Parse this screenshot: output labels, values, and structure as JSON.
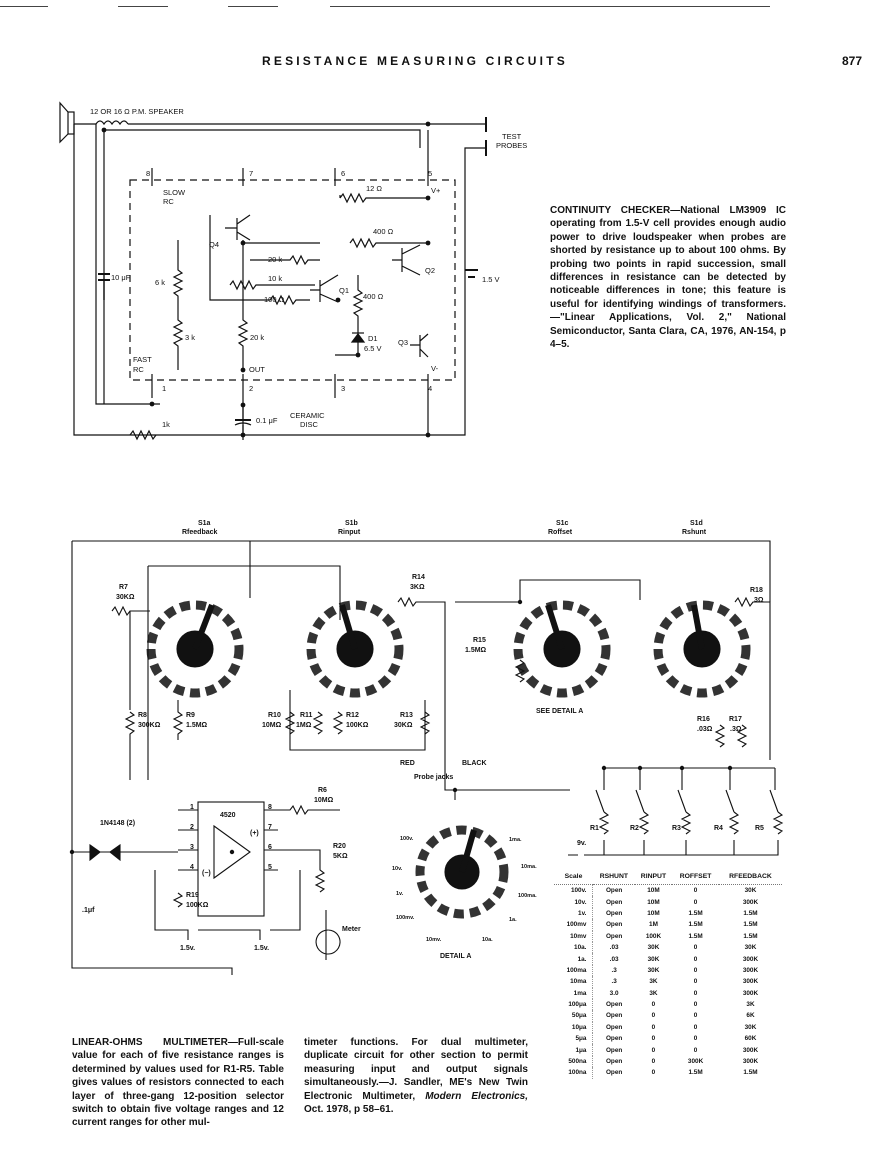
{
  "header": {
    "title": "RESISTANCE MEASURING CIRCUITS",
    "page_number": "877"
  },
  "continuity": {
    "caption_bold": "CONTINUITY CHECKER",
    "caption_rest": "—National LM3909 IC operating from 1.5-V cell provides enough audio power to drive loudspeaker when probes are shorted by resistance up to about 100 ohms. By probing two points in rapid succession, small differences in resistance can be detected by noticeable differences in tone; this feature is useful for identifying windings of transformers.—\"Linear Applications, Vol. 2,\" National Semiconductor, Santa Clara, CA, 1976, AN-154, p 4–5.",
    "labels": {
      "speaker": "12 OR 16 Ω P.M. SPEAKER",
      "test_probes_1": "TEST",
      "test_probes_2": "PROBES",
      "slow_rc_1": "SLOW",
      "slow_rc_2": "RC",
      "fast_rc_1": "FAST",
      "fast_rc_2": "RC",
      "cap_10uf": "10 μF",
      "r_6k": "6 k",
      "r_3k": "3 k",
      "r_20k_a": "20 k",
      "r_20k_b": "20 k",
      "r_10k": "10 k",
      "r_100": "100 Ω",
      "r_12": "12 Ω",
      "r_400_a": "400 Ω",
      "r_400_b": "400 Ω",
      "q1": "Q1",
      "q2": "Q2",
      "q3": "Q3",
      "q4": "Q4",
      "d1": "D1",
      "d1_v": "6.5 V",
      "vplus": "V+",
      "vminus": "V-",
      "out": "OUT",
      "batt": "1.5 V",
      "ceramic_1": "CERAMIC",
      "ceramic_2": "DISC",
      "cap_01": "0.1 μF",
      "r_1k": "1k",
      "pin1": "1",
      "pin2": "2",
      "pin3": "3",
      "pin4": "4",
      "pin5": "5",
      "pin6": "6",
      "pin7": "7",
      "pin8": "8"
    }
  },
  "multimeter": {
    "caption_left_bold": "LINEAR-OHMS MULTIMETER",
    "caption_left_rest": "—Full-scale value for each of five resistance ranges is determined by values used for R1-R5. Table gives values of resistors connected to each layer of three-gang 12-position selector switch to obtain five voltage ranges and 12 current ranges for other mul-",
    "caption_right": "timeter functions. For dual multimeter, duplicate circuit for other section to permit measuring input and output signals simultaneously.—J. Sandler, ME's New Twin Electronic Multimeter, ",
    "caption_right_italic": "Modern Electronics,",
    "caption_right_end": " Oct. 1978, p 58–61.",
    "switch_labels": [
      {
        "id": "S1a",
        "sub": "Rfeedback"
      },
      {
        "id": "S1b",
        "sub": "Rinput"
      },
      {
        "id": "S1c",
        "sub": "Roffset"
      },
      {
        "id": "S1d",
        "sub": "Rshunt"
      }
    ],
    "labels": {
      "r7": "R7",
      "r7v": "30KΩ",
      "r14": "R14",
      "r14v": "3KΩ",
      "r15": "R15",
      "r15v": "1.5MΩ",
      "r18": "R18",
      "r18v": "3Ω",
      "r8": "R8",
      "r8v": "300KΩ",
      "r9": "R9",
      "r9v": "1.5MΩ",
      "r10": "R10",
      "r10v": "10MΩ",
      "r11": "R11",
      "r11v": "1MΩ",
      "r12": "R12",
      "r12v": "100KΩ",
      "r13": "R13",
      "r13v": "30KΩ",
      "r16": "R16",
      "r16v": ".03Ω",
      "r17": "R17",
      "r17v": ".3Ω",
      "r6": "R6",
      "r6v": "10MΩ",
      "r20": "R20",
      "r20v": "5KΩ",
      "r19": "R19",
      "r19v": "100KΩ",
      "ic": "4520",
      "diode": "1N4148 (2)",
      "cap": ".1μf",
      "batt1": "1.5v.",
      "batt2": "1.5v.",
      "meter": "Meter",
      "red": "RED",
      "black": "BLACK",
      "probe_jacks": "Probe jacks",
      "see_detail": "SEE DETAIL A",
      "detail": "DETAIL A",
      "r1": "R1",
      "r2": "R2",
      "r3": "R3",
      "r4": "R4",
      "r5": "R5",
      "nine_v": "9v.",
      "plus": "(+)",
      "minus": "(−)",
      "ic_pins": [
        "1",
        "2",
        "3",
        "4",
        "5",
        "6",
        "7",
        "8"
      ]
    },
    "detail_labels": [
      "100v.",
      "1ma.",
      "10v.",
      "10ma.",
      "1v.",
      "100ma.",
      "100mv.",
      "1a.",
      "10mv.",
      "10a."
    ],
    "table": {
      "headers": [
        "Scale",
        "RSHUNT",
        "RINPUT",
        "ROFFSET",
        "RFEEDBACK"
      ],
      "rows": [
        [
          "100v.",
          "Open",
          "10M",
          "0",
          "30K"
        ],
        [
          "10v.",
          "Open",
          "10M",
          "0",
          "300K"
        ],
        [
          "1v.",
          "Open",
          "10M",
          "1.5M",
          "1.5M"
        ],
        [
          "100mv",
          "Open",
          "1M",
          "1.5M",
          "1.5M"
        ],
        [
          "10mv",
          "Open",
          "100K",
          "1.5M",
          "1.5M"
        ],
        [
          "10a.",
          ".03",
          "30K",
          "0",
          "30K"
        ],
        [
          "1a.",
          ".03",
          "30K",
          "0",
          "300K"
        ],
        [
          "100ma",
          ".3",
          "30K",
          "0",
          "300K"
        ],
        [
          "10ma",
          ".3",
          "3K",
          "0",
          "300K"
        ],
        [
          "1ma",
          "3.0",
          "3K",
          "0",
          "300K"
        ],
        [
          "100μa",
          "Open",
          "0",
          "0",
          "3K"
        ],
        [
          "50μa",
          "Open",
          "0",
          "0",
          "6K"
        ],
        [
          "10μa",
          "Open",
          "0",
          "0",
          "30K"
        ],
        [
          "5μa",
          "Open",
          "0",
          "0",
          "60K"
        ],
        [
          "1μa",
          "Open",
          "0",
          "0",
          "300K"
        ],
        [
          "500na",
          "Open",
          "0",
          "300K",
          "300K"
        ],
        [
          "100na",
          "Open",
          "0",
          "1.5M",
          "1.5M"
        ]
      ]
    }
  }
}
